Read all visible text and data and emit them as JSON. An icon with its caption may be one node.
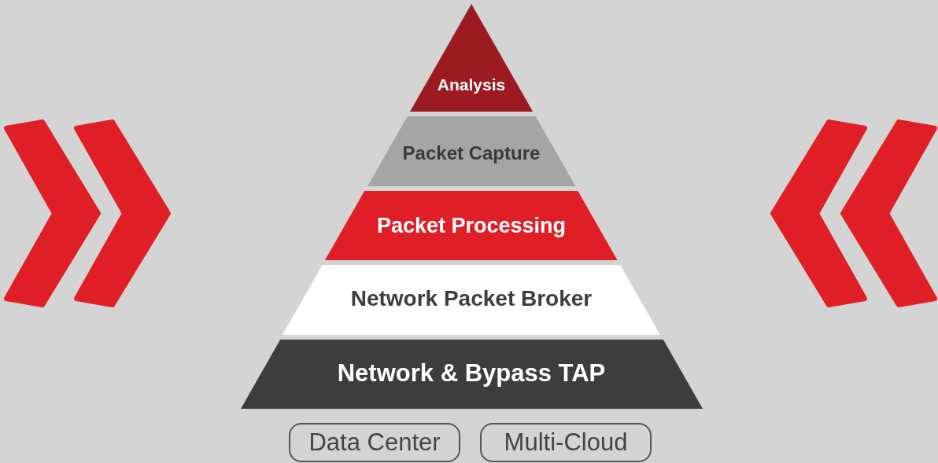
{
  "diagram": {
    "nodes": [
      {
        "text": [
          "Analysis"
        ]
      },
      {
        "text": [
          "Packet Capture"
        ]
      },
      {
        "text": [
          "Packet Processing"
        ]
      },
      {
        "text": [
          "Network Packet Broker"
        ]
      },
      {
        "text": [
          "Network & Bypass TAP"
        ]
      },
      {
        "text": [
          "Data Center"
        ]
      },
      {
        "text": [
          "Multi-Cloud"
        ]
      }
    ]
  }
}
